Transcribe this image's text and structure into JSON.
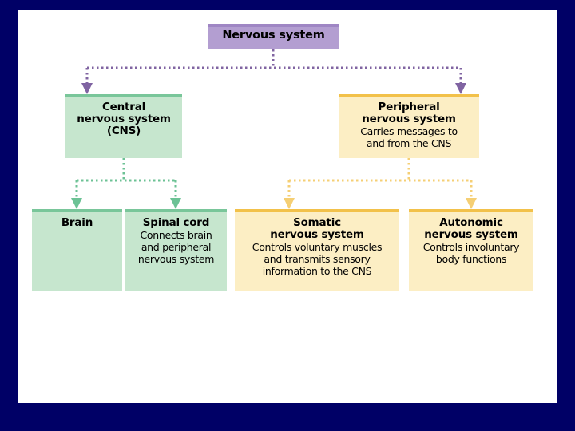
{
  "slide": {
    "background_color": "#000066",
    "canvas_color": "#ffffff"
  },
  "diagram": {
    "type": "hierarchy-flowchart",
    "title": "Nervous system",
    "colors": {
      "root_fill": "#b39ed1",
      "root_bar": "#9f86c4",
      "central_fill": "#c6e6ce",
      "central_bar": "#79c69a",
      "peripheral_fill": "#fceec4",
      "peripheral_bar": "#f2c14a",
      "connector_purple": "#8064a2",
      "connector_green": "#6cc295",
      "connector_yellow": "#f5cf74"
    },
    "nodes": {
      "root": {
        "title": "Nervous system",
        "desc": ""
      },
      "central": {
        "title_line1": "Central",
        "title_line2": "nervous system",
        "title_line3": "(CNS)",
        "desc": ""
      },
      "peripheral": {
        "title_line1": "Peripheral",
        "title_line2": "nervous system",
        "desc_line1": "Carries messages to",
        "desc_line2": "and from the CNS"
      },
      "brain": {
        "title": "Brain",
        "desc": ""
      },
      "spinal_cord": {
        "title": "Spinal cord",
        "desc_line1": "Connects brain",
        "desc_line2": "and peripheral",
        "desc_line3": "nervous system"
      },
      "somatic": {
        "title_line1": "Somatic",
        "title_line2": "nervous system",
        "desc_line1": "Controls voluntary muscles",
        "desc_line2": "and transmits sensory",
        "desc_line3": "information to the CNS"
      },
      "autonomic": {
        "title_line1": "Autonomic",
        "title_line2": "nervous system",
        "desc_line1": "Controls involuntary",
        "desc_line2": "body functions"
      }
    },
    "edges": [
      {
        "from": "root",
        "to": "central",
        "style": "dotted",
        "arrow": "triangle",
        "color": "#8064a2"
      },
      {
        "from": "root",
        "to": "peripheral",
        "style": "dotted",
        "arrow": "triangle",
        "color": "#8064a2"
      },
      {
        "from": "central",
        "to": "brain",
        "style": "dotted",
        "arrow": "triangle",
        "color": "#6cc295"
      },
      {
        "from": "central",
        "to": "spinal_cord",
        "style": "dotted",
        "arrow": "triangle",
        "color": "#6cc295"
      },
      {
        "from": "peripheral",
        "to": "somatic",
        "style": "dotted",
        "arrow": "triangle",
        "color": "#f5cf74"
      },
      {
        "from": "peripheral",
        "to": "autonomic",
        "style": "dotted",
        "arrow": "triangle",
        "color": "#f5cf74"
      }
    ]
  }
}
